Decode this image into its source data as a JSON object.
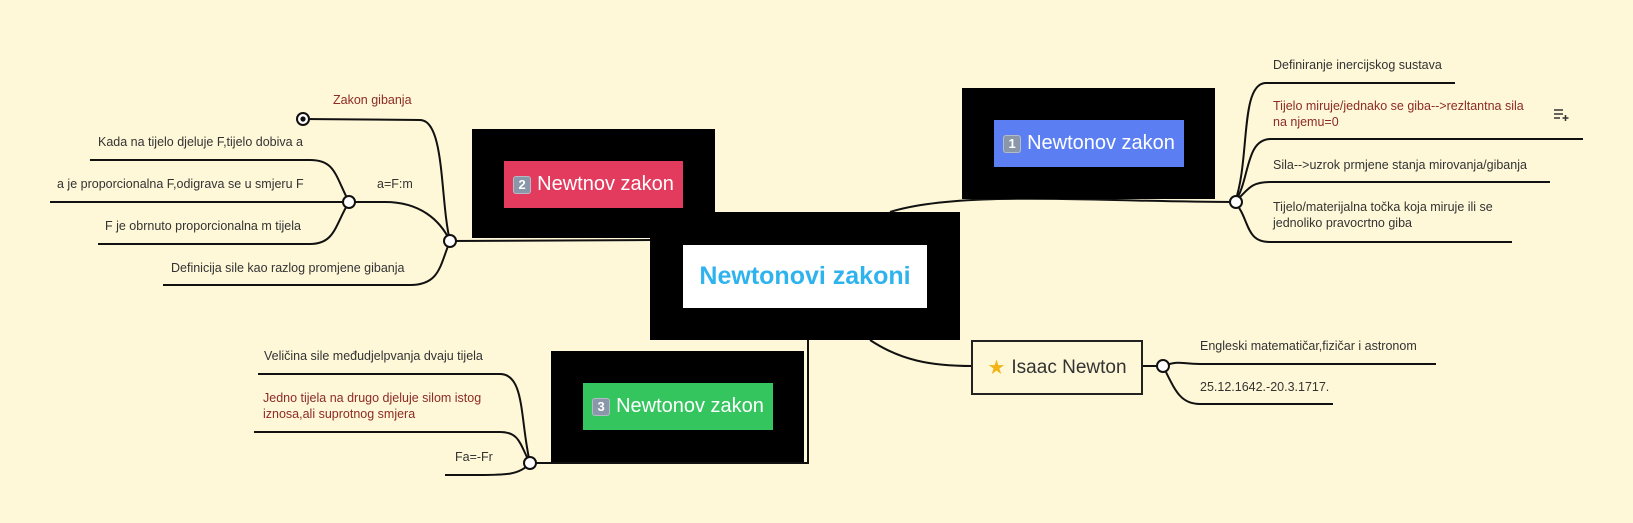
{
  "central": {
    "title": "Newtonovi zakoni"
  },
  "law1": {
    "num": "1",
    "title": "Newtonov zakon",
    "color": "#5b7ff2",
    "items": [
      "Definiranje inercijskog sustava",
      "Tijelo miruje/jednako se giba-->rezltantna sila na njemu=0",
      "Sila-->uzrok prmjene stanja mirovanja/gibanja",
      "Tijelo/materijalna točka koja miruje ili se jednoliko pravocrtno giba"
    ]
  },
  "law2": {
    "num": "2",
    "title": "Newtnov zakon",
    "color": "#e23b5e",
    "items": {
      "zakon": "Zakon gibanja",
      "formula": "a=F:m",
      "sub": [
        "Kada na tijelo djeluje F,tijelo dobiva a",
        "a je proporcionalna F,odigrava se u smjeru F",
        "F je obrnuto proporcionalna m tijela"
      ],
      "definicija": "Definicija sile kao razlog promjene gibanja"
    }
  },
  "law3": {
    "num": "3",
    "title": "Newtonov zakon",
    "color": "#34c55e",
    "items": [
      "Veličina sile međudjelpvanja dvaju tijela",
      "Jedno tijela na drugo djeluje silom istog iznosa,ali suprotnog smjera",
      "Fa=-Fr"
    ]
  },
  "newton": {
    "title": "Isaac Newton",
    "icon": "star-icon",
    "items": [
      "Engleski matematičar,fizičar i astronom",
      "25.12.1642.-20.3.1717."
    ]
  },
  "colors": {
    "background": "#fef8d8",
    "central_text": "#2fb3ef",
    "red_text": "#8d2b24"
  }
}
